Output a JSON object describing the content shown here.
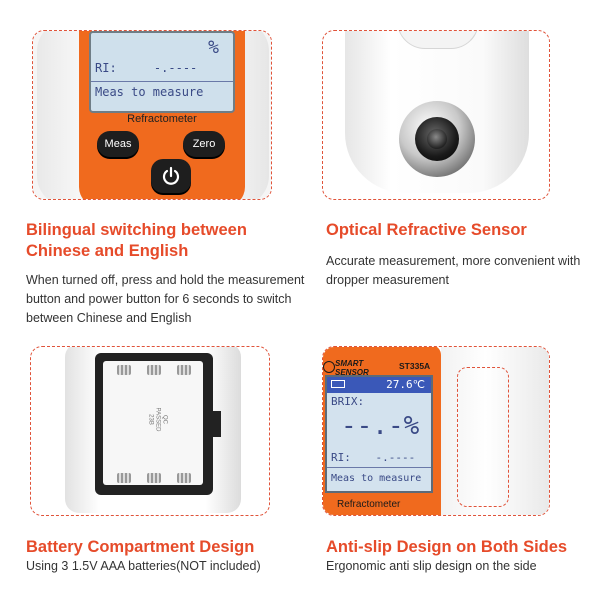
{
  "panels": [
    {
      "heading": "Bilingual switching between\nChinese and English",
      "description": "When turned off, press and hold the measurement button and power button for 6 seconds to switch between Chinese and English",
      "screen": {
        "ri_label": "RI:",
        "ri_value": "-.----",
        "percent": "%",
        "status": "Meas to measure"
      },
      "model": "Refractometer",
      "buttons": {
        "meas": "Meas",
        "zero": "Zero"
      },
      "power_icon": "power-icon"
    },
    {
      "heading": "Optical Refractive Sensor",
      "description": "Accurate measurement, more convenient with dropper measurement"
    },
    {
      "heading": "Battery Compartment Design",
      "description": "Using 3 1.5V AAA batteries(NOT included)",
      "compartment_text": "QC\nPASSED\n23B"
    },
    {
      "heading": "Anti-slip Design on Both Sides",
      "description": "Ergonomic anti slip design on the side",
      "brand": "SMART\nSENSOR",
      "model_code": "ST335A",
      "screen": {
        "temperature": "27.6℃",
        "brix_label": "BRIX:",
        "brix_value": "--.-%",
        "ri_label": "RI:",
        "ri_value": "-.----",
        "status": "Meas to measure"
      },
      "model": "Refractometer"
    }
  ],
  "colors": {
    "accent": "#e64b2a",
    "device_orange": "#f06a1e",
    "lcd": "#cfe0ec"
  }
}
